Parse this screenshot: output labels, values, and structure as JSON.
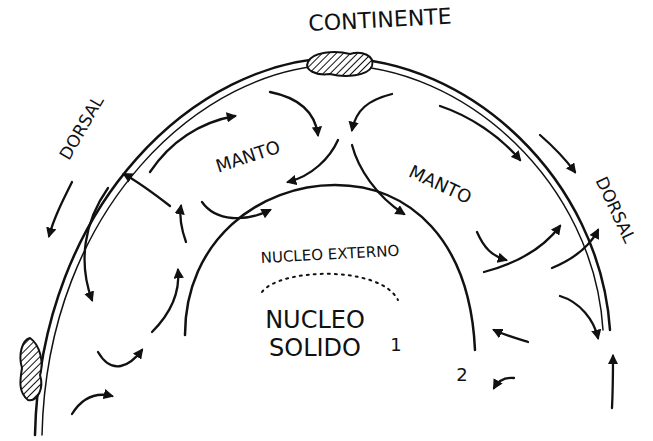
{
  "diagram": {
    "labels": [
      "CONTINENTE",
      "DORSAL",
      "MANTO",
      "MANTO",
      "DORSAL",
      "NUCLEO EXTERNO",
      "NUCLEO SOLIDO",
      "1",
      "2"
    ]
  }
}
